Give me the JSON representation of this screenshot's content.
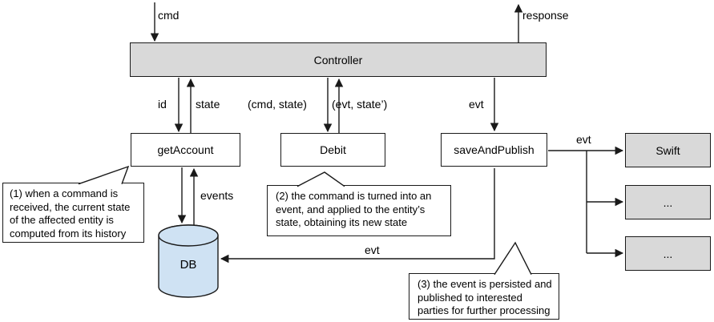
{
  "diagram": {
    "nodes": {
      "controller": "Controller",
      "get_account": "getAccount",
      "debit": "Debit",
      "save_and_publish": "saveAndPublish",
      "swift": "Swift",
      "subscriber2": "...",
      "subscriber3": "...",
      "db": "DB"
    },
    "edge_labels": {
      "cmd": "cmd",
      "response": "response",
      "id": "id",
      "state": "state",
      "cmd_state": "(cmd, state)",
      "evt_state": "(evt, state’)",
      "evt_to_save": "evt",
      "events": "events",
      "evt_to_swift": "evt",
      "evt_to_db": "evt"
    },
    "callouts": {
      "note1": "(1) when a command is\nreceived, the current state\nof the affected entity is\ncomputed from its history",
      "note2": "(2) the command is turned into an\nevent, and applied to the entity’s\nstate, obtaining its new state",
      "note3": "(3) the event is persisted and\npublished to interested\nparties for further processing"
    },
    "colors": {
      "node_gray": "#d9d9d9",
      "db_blue": "#cfe2f3",
      "stroke": "#1a1a1a",
      "background": "#ffffff"
    }
  }
}
